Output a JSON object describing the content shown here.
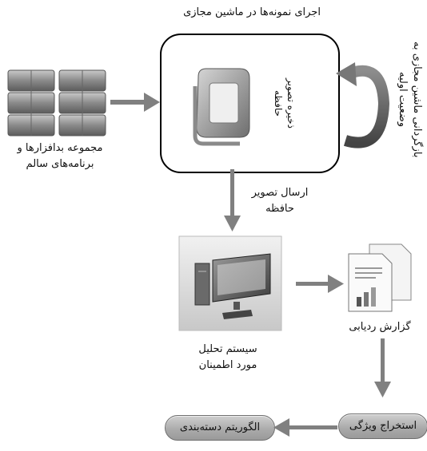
{
  "vm_title": "اجرای نمونه‌ها در ماشین مجازی",
  "dataset_label": [
    "مجموعه بدافزارها و",
    "برنامه‌های سالم"
  ],
  "snapshot_label": [
    "ذخیره تصویر",
    "حافظه"
  ],
  "revert_label": [
    "بازگردانی ماشین مجازی به",
    "وضعیت اولیه"
  ],
  "send_label": [
    "ارسال تصویر",
    "حافظه"
  ],
  "analysis_label": [
    "سیستم تحلیل",
    "مورد اطمینان"
  ],
  "report_label": "گزارش ردیابی",
  "feature_label": "استخراج ویژگی",
  "classifier_label": "الگوریتم دسته‌بندی"
}
